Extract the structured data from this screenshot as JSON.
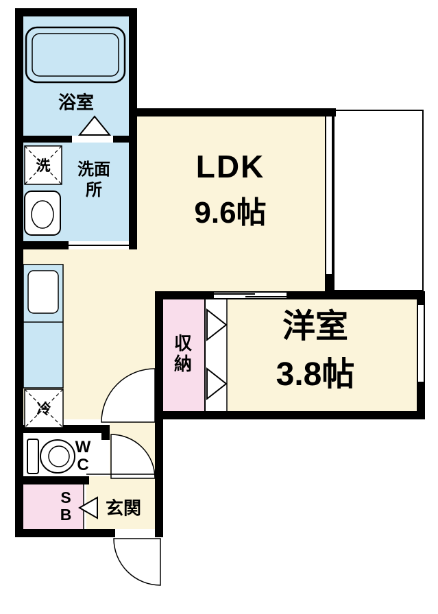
{
  "floor_plan": {
    "rooms": {
      "bathroom": {
        "label": "浴室"
      },
      "washroom": {
        "label": "洗面所"
      },
      "washing_machine": {
        "label": "洗"
      },
      "ldk": {
        "label": "LDK",
        "size": "9.6帖"
      },
      "western_room": {
        "label": "洋室",
        "size": "3.8帖"
      },
      "closet": {
        "label": "収納"
      },
      "refrigerator": {
        "label": "冷"
      },
      "toilet": {
        "label": "WC"
      },
      "shoe_box": {
        "label": "SB"
      },
      "entrance": {
        "label": "玄関"
      }
    },
    "colors": {
      "wall": "#000000",
      "room_cream": "#FBF4DA",
      "wet_area_blue": "#C9E6F4",
      "storage_pink": "#F9DDEB",
      "floor_white": "#FFFFFF"
    }
  }
}
